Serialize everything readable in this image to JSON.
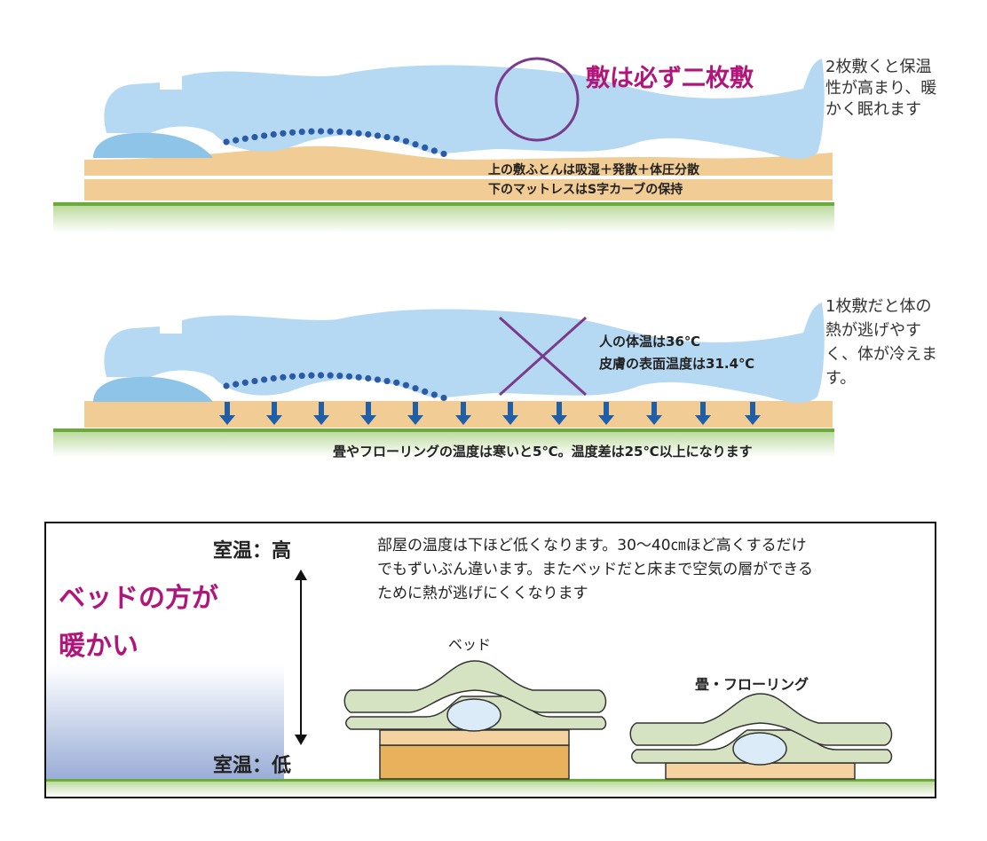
{
  "panel1": {
    "title": "敷は必ず二枚敷",
    "side_note": [
      "2枚敷くと保温",
      "性が高まり、暖",
      "かく眠れます"
    ],
    "futon_labels": [
      "上の敷ふとんは吸湿＋発散＋体圧分散",
      "下のマットレスはS字カーブの保持"
    ]
  },
  "panel2": {
    "temps": [
      "人の体温は36℃",
      "皮膚の表面温度は31.4℃"
    ],
    "side_note": [
      "1枚敷だと体の",
      "熱が逃げやす",
      "く、体が冷えま",
      "す。"
    ],
    "floor_note": "畳やフローリングの温度は寒いと5℃。温度差は25℃以上になります"
  },
  "panel3": {
    "room_high": "室温：高",
    "room_low": "室温：低",
    "headline": [
      "ベッドの方が",
      "暖かい"
    ],
    "explanation": [
      "部屋の温度は下ほど低くなります。30〜40㎝ほど高くするだけ",
      "でもずいぶん違います。またベッドだと床まで空気の層ができる",
      "ために熱が逃げにくくなります"
    ],
    "bed_label": "ベッド",
    "floor_label": "畳・フローリング"
  },
  "colors": {
    "body": "#b5d9f2",
    "pillow": "#8fc4e9",
    "futon": "#f1cc94",
    "ground": "#6aab3c",
    "accent": "#b0157a",
    "spine": "#2a5aa8",
    "mark": "#7b3b8c",
    "arrow": "#1f5ea8"
  }
}
